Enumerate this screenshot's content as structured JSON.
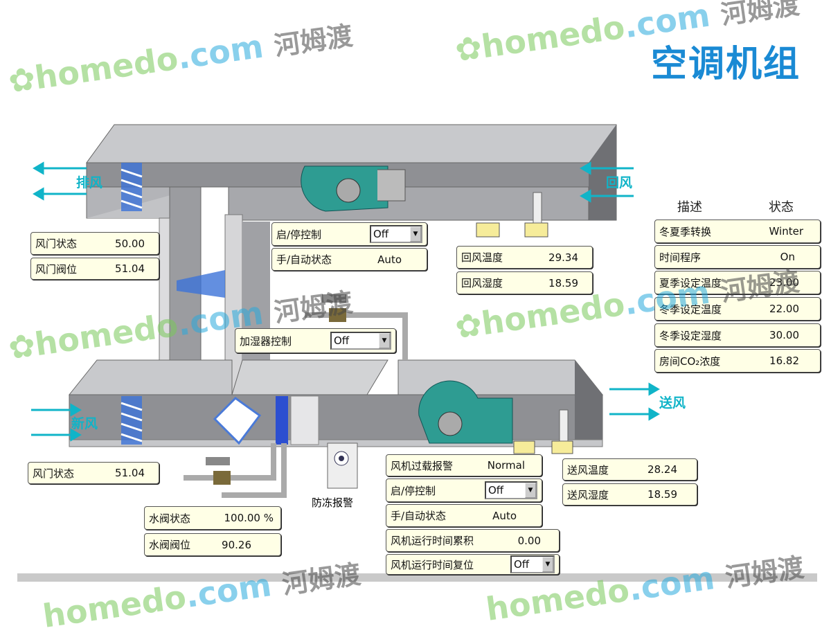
{
  "title": "空调机组",
  "flow_labels": {
    "exhaust": "排风",
    "return": "回风",
    "fresh": "新风",
    "supply": "送风"
  },
  "watermark": {
    "brand": "homedo",
    "domain": ".com",
    "cn": "河姆渡"
  },
  "exhaust_damper": {
    "status_label": "风门状态",
    "status_value": "50.00",
    "position_label": "风门阀位",
    "position_value": "51.04"
  },
  "return_fan": {
    "onoff_label": "启/停控制",
    "onoff_value": "Off",
    "mode_label": "手/自动状态",
    "mode_value": "Auto"
  },
  "return_air": {
    "temp_label": "回风温度",
    "temp_value": "29.34",
    "hum_label": "回风湿度",
    "hum_value": "18.59"
  },
  "humidifier": {
    "label": "加湿器控制",
    "value": "Off"
  },
  "fresh_damper": {
    "status_label": "风门状态",
    "status_value": "51.04"
  },
  "water_valve": {
    "status_label": "水阀状态",
    "status_value": "100.00 %",
    "position_label": "水阀阀位",
    "position_value": "90.26"
  },
  "antifreeze": {
    "label": "防冻报警"
  },
  "supply_fan": {
    "overload_label": "风机过载报警",
    "overload_value": "Normal",
    "onoff_label": "启/停控制",
    "onoff_value": "Off",
    "mode_label": "手/自动状态",
    "mode_value": "Auto",
    "runtime_label": "风机运行时间累积",
    "runtime_value": "0.00",
    "reset_label": "风机运行时间复位",
    "reset_value": "Off"
  },
  "supply_air": {
    "temp_label": "送风温度",
    "temp_value": "28.24",
    "hum_label": "送风湿度",
    "hum_value": "18.59"
  },
  "settings": {
    "header_desc": "描述",
    "header_status": "状态",
    "rows": [
      {
        "label": "冬夏季转换",
        "value": "Winter"
      },
      {
        "label": "时间程序",
        "value": "On"
      },
      {
        "label": "夏季设定温度",
        "value": "23.00"
      },
      {
        "label": "冬季设定温度",
        "value": "22.00"
      },
      {
        "label": "冬季设定湿度",
        "value": "30.00"
      },
      {
        "label": "房间CO₂浓度",
        "value": "16.82"
      }
    ]
  },
  "colors": {
    "title": "#1a8ad4",
    "flow": "#10b4c8",
    "panel": "#ffffe6"
  }
}
